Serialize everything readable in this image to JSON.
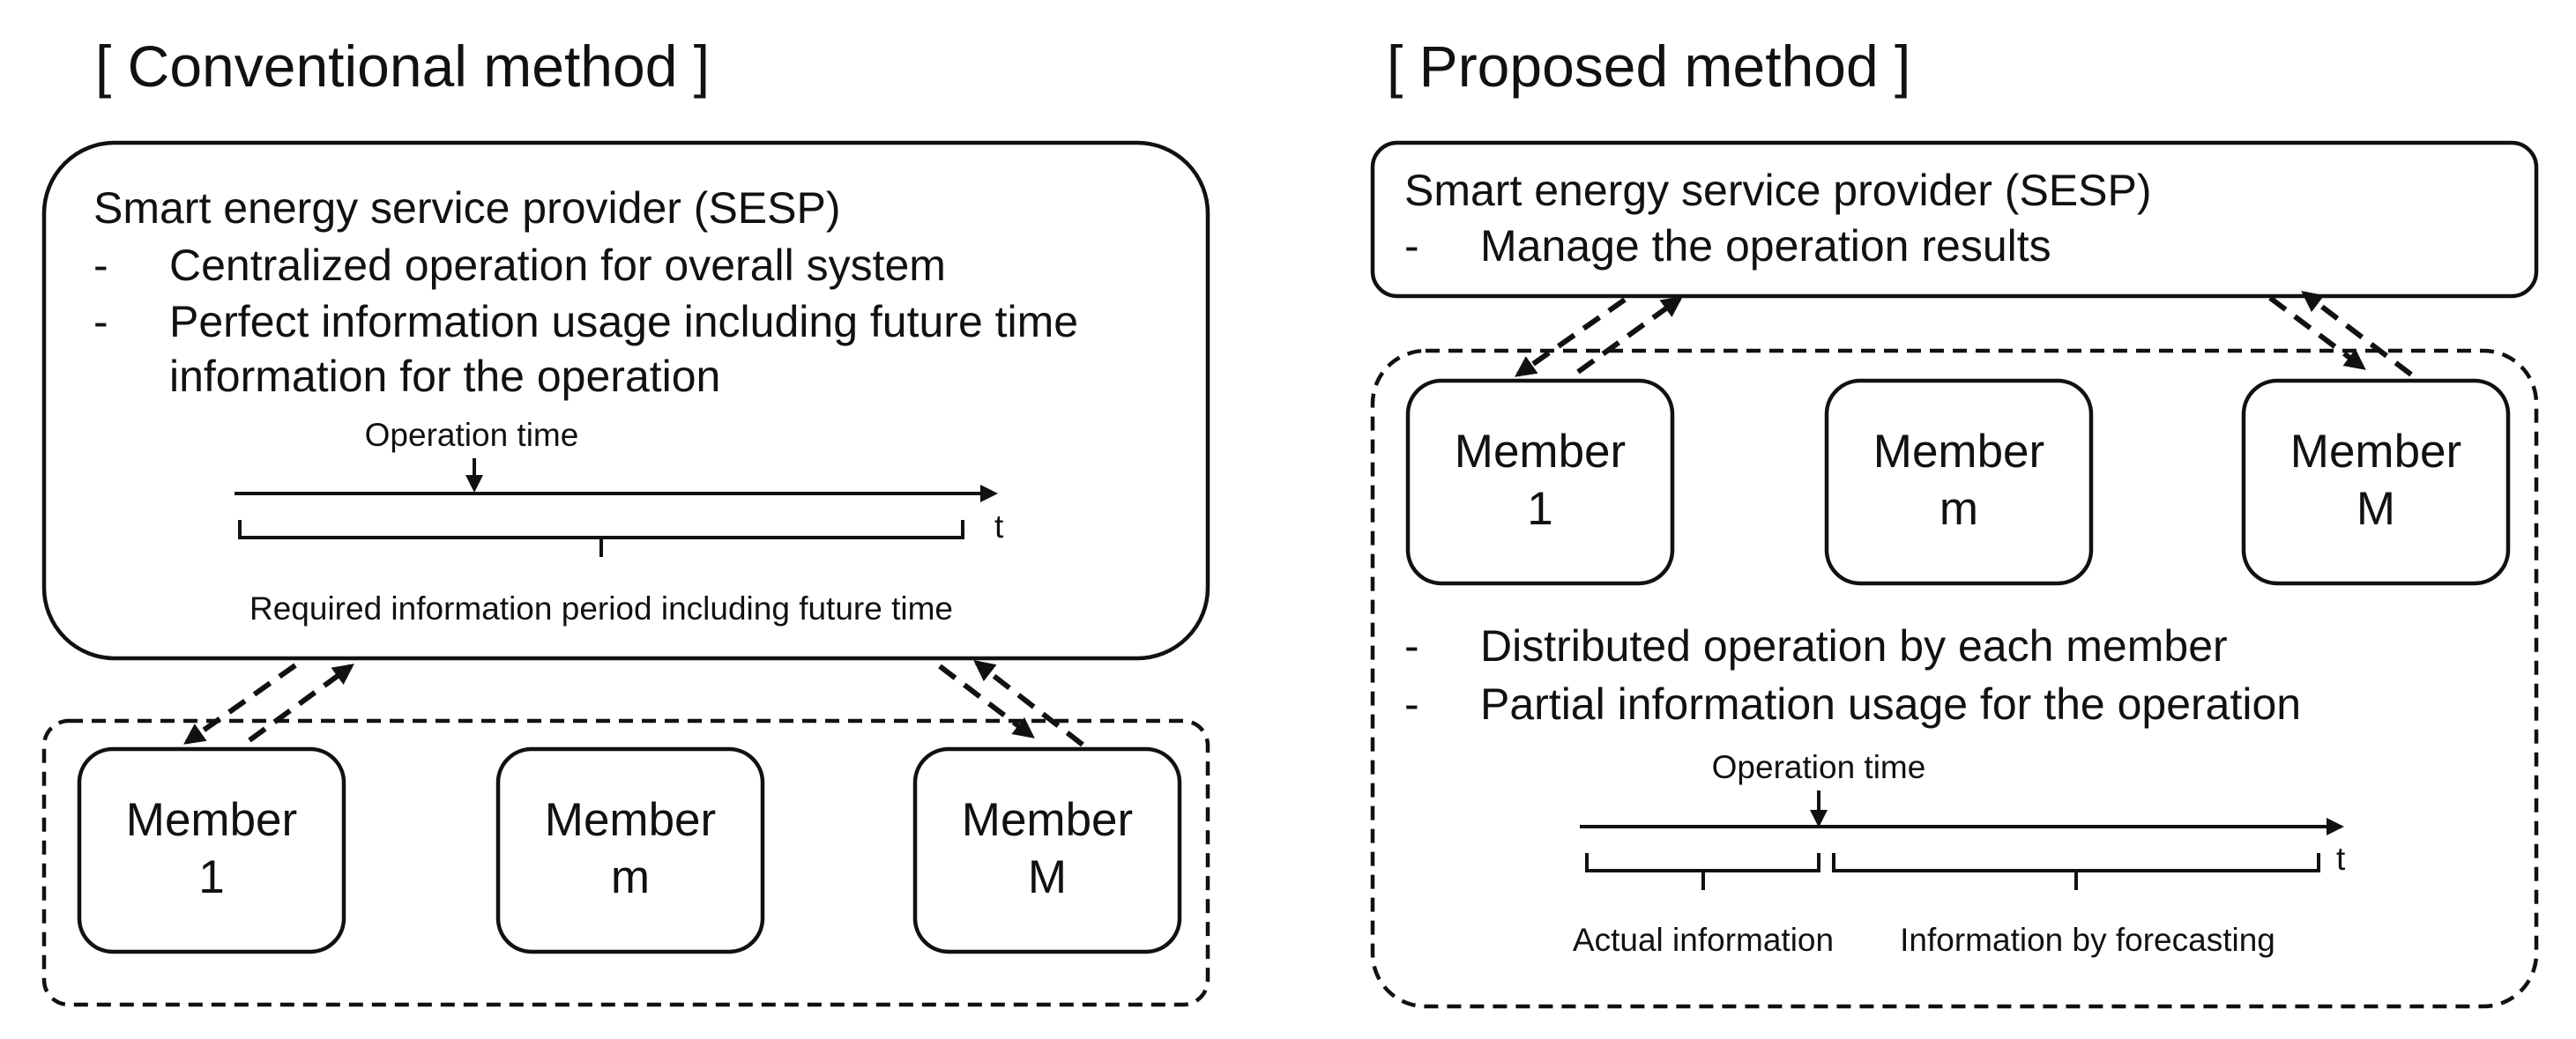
{
  "conventional": {
    "heading": "[ Conventional method ]",
    "sesp": {
      "title": "Smart energy service provider (SESP)",
      "bullet": "-",
      "line1": "Centralized operation for overall system",
      "line2": "Perfect information usage including future time",
      "line3": "information for the operation"
    },
    "timeline": {
      "operation_label": "Operation time",
      "axis_label": "t",
      "period_label": "Required information period including future time"
    },
    "members": [
      {
        "line1": "Member",
        "line2": "1"
      },
      {
        "line1": "Member",
        "line2": "m"
      },
      {
        "line1": "Member",
        "line2": "M"
      }
    ]
  },
  "proposed": {
    "heading": "[ Proposed method ]",
    "sesp": {
      "title": "Smart energy service provider (SESP)",
      "bullet": "-",
      "line1": "Manage the operation results"
    },
    "members": [
      {
        "line1": "Member",
        "line2": "1"
      },
      {
        "line1": "Member",
        "line2": "m"
      },
      {
        "line1": "Member",
        "line2": "M"
      }
    ],
    "bullets": {
      "bullet": "-",
      "line1": "Distributed operation by each member",
      "line2": "Partial information usage for the operation"
    },
    "timeline": {
      "operation_label": "Operation time",
      "axis_label": "t",
      "actual_label": "Actual information",
      "forecast_label": "Information by forecasting"
    }
  }
}
